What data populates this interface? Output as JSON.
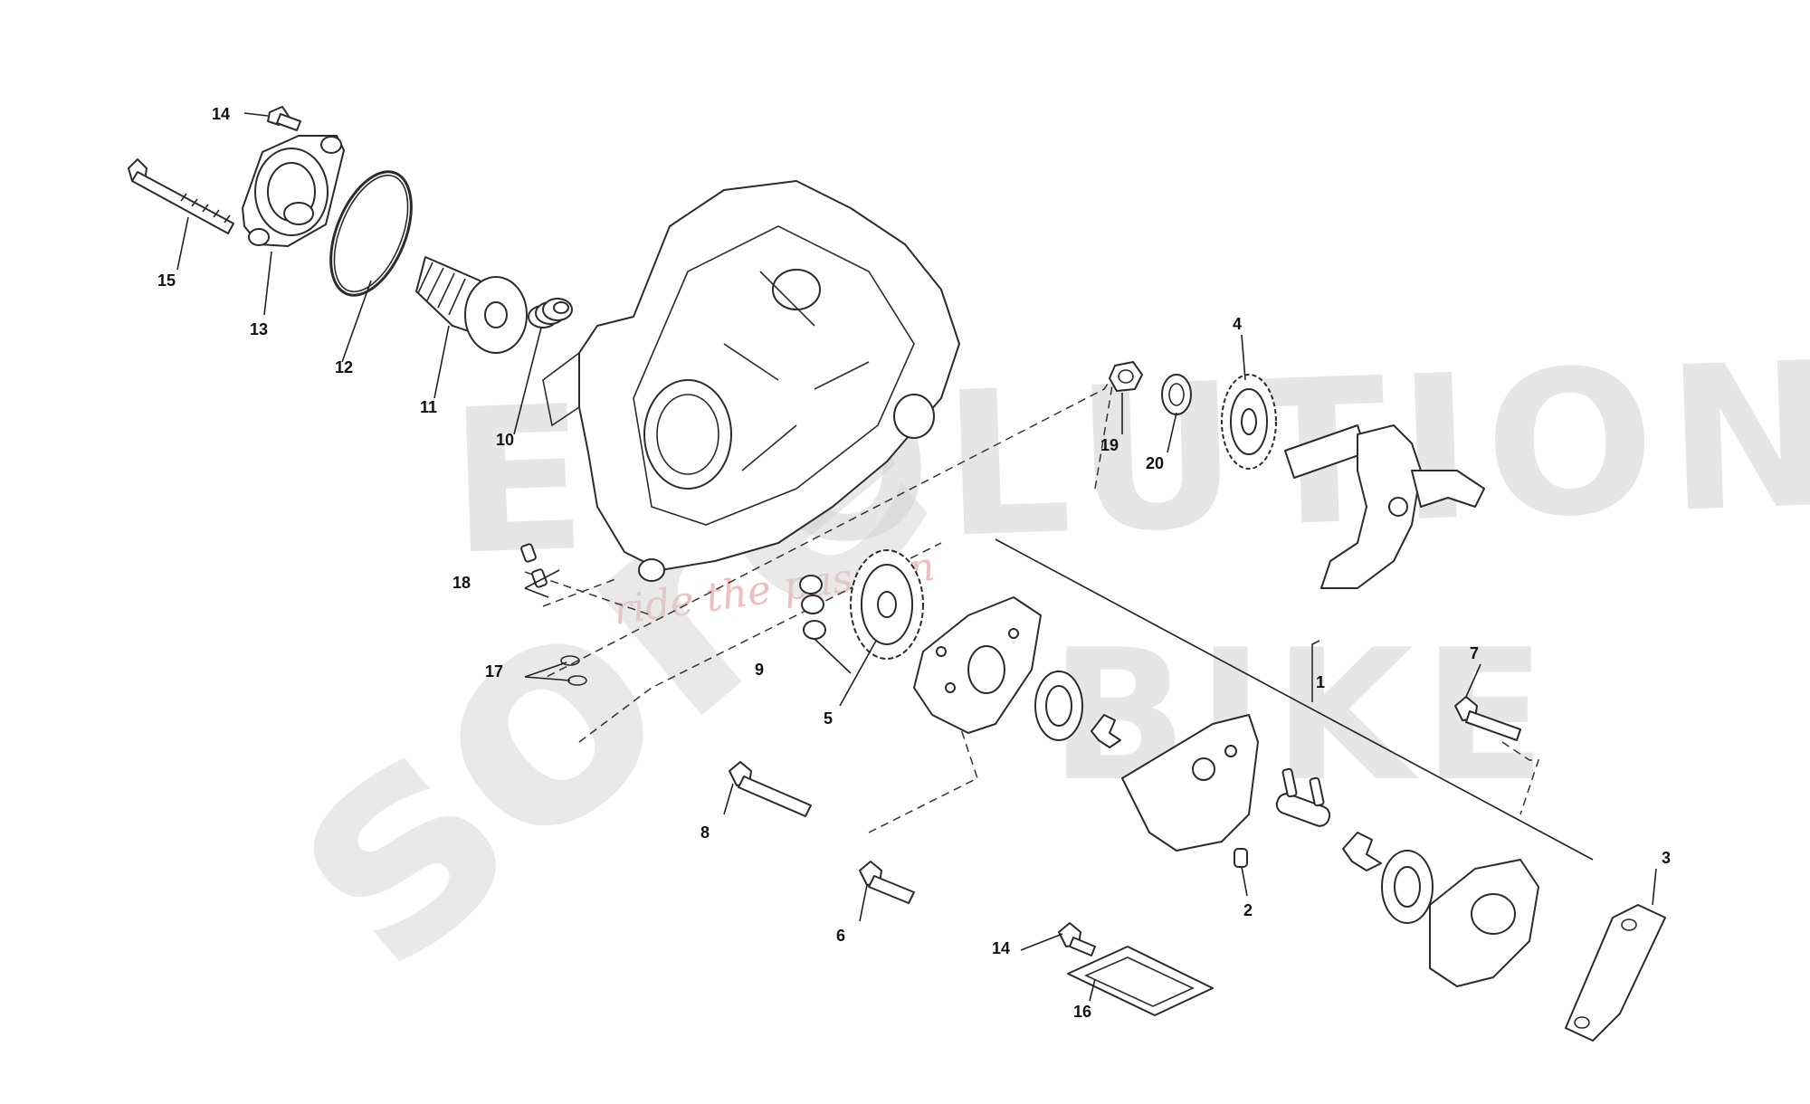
{
  "callouts": [
    {
      "id": "c1",
      "text": "1"
    },
    {
      "id": "c2",
      "text": "2"
    },
    {
      "id": "c3",
      "text": "3"
    },
    {
      "id": "c4",
      "text": "4"
    },
    {
      "id": "c5",
      "text": "5"
    },
    {
      "id": "c6",
      "text": "6"
    },
    {
      "id": "c7",
      "text": "7"
    },
    {
      "id": "c8",
      "text": "8"
    },
    {
      "id": "c9",
      "text": "9"
    },
    {
      "id": "c10",
      "text": "10"
    },
    {
      "id": "c11",
      "text": "11"
    },
    {
      "id": "c12",
      "text": "12"
    },
    {
      "id": "c13",
      "text": "13"
    },
    {
      "id": "c14a",
      "text": "14"
    },
    {
      "id": "c14b",
      "text": "14"
    },
    {
      "id": "c15",
      "text": "15"
    },
    {
      "id": "c16",
      "text": "16"
    },
    {
      "id": "c17",
      "text": "17"
    },
    {
      "id": "c18",
      "text": "18"
    },
    {
      "id": "c19",
      "text": "19"
    },
    {
      "id": "c20",
      "text": "20"
    }
  ],
  "watermark": {
    "line1": "EVOLUTION",
    "line2": "BIKE",
    "script": "ride the passion",
    "brand": "sore"
  },
  "colors": {
    "line": "#2b2b2b",
    "watermark_gray": "#c9c9c9",
    "watermark_red": "#e7a4a4",
    "background": "#ffffff"
  }
}
